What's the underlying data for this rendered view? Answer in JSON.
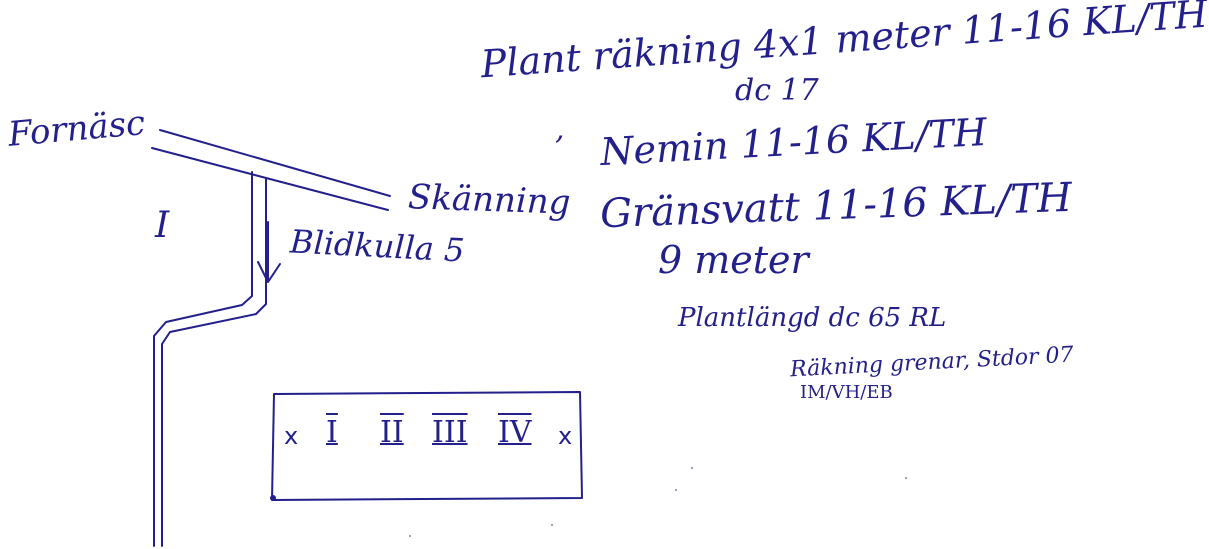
{
  "notes": {
    "line1": "Plant räkning 4x1 meter 11-16 KL/TH",
    "line1_sub": "dc 17",
    "line2": "Nemin 11-16 KL/TH",
    "line2_mark": ",",
    "line3": "Gränsvatt 11-16 KL/TH",
    "line3_sub": "9 meter",
    "line4": "Plantlängd dc 65 RL",
    "line5": "Räkning grenar, Stdor 07",
    "line5_sub": "IM/VH/EB"
  },
  "map": {
    "road_top": "Fornäsc",
    "road_right": "Skänning",
    "road_down": "Blidkulla 5",
    "area_label": "I"
  },
  "plot": {
    "end_left": "x",
    "end_right": "x",
    "sections": [
      "I",
      "II",
      "III",
      "IV"
    ]
  },
  "colors": {
    "ink": "#23208c",
    "paper": "#ffffff"
  }
}
